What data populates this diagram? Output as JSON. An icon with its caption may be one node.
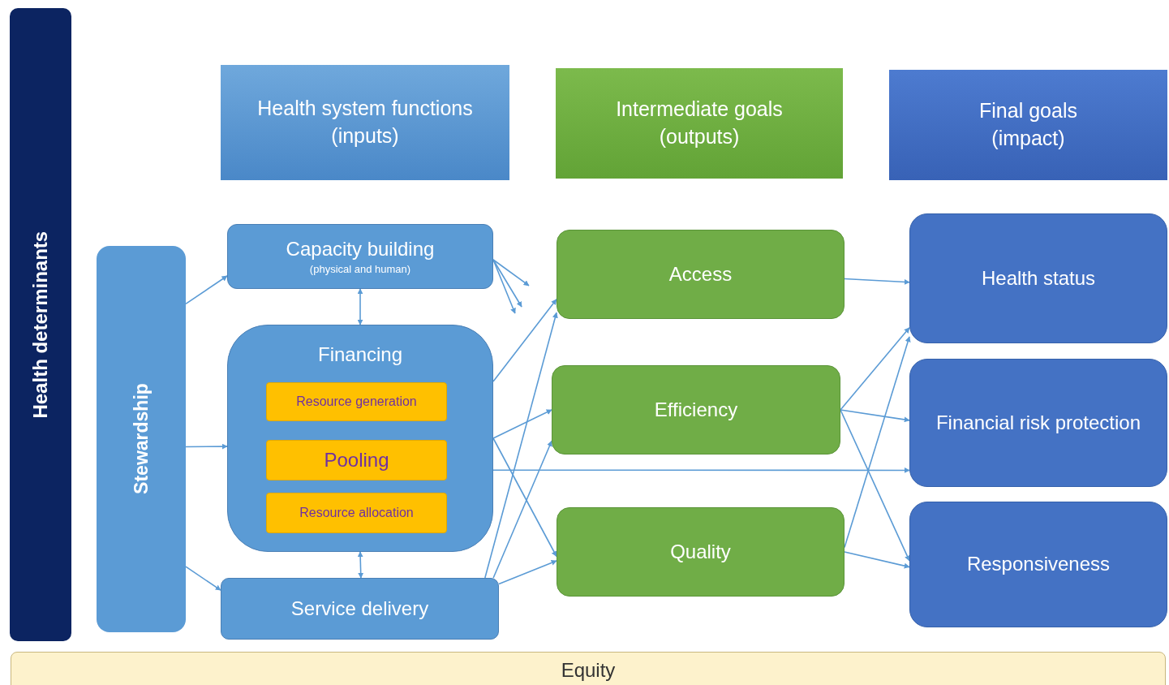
{
  "diagram": {
    "nodes": [
      {
        "text": [
          "Health determinants"
        ]
      },
      {
        "text": [
          "Health system functions",
          "(inputs)"
        ]
      },
      {
        "text": [
          "Intermediate goals",
          "(outputs)"
        ]
      },
      {
        "text": [
          "Final goals",
          "(impact)"
        ]
      },
      {
        "text": [
          "Stewardship"
        ]
      },
      {
        "text": [
          "Capacity building",
          "(physical and human)"
        ]
      },
      {
        "text": [
          "Financing"
        ]
      },
      {
        "text": [
          "Resource generation"
        ],
        "in": 6
      },
      {
        "text": [
          "Pooling"
        ],
        "in": 6
      },
      {
        "text": [
          "Resource allocation"
        ],
        "in": 6
      },
      {
        "text": [
          "Service delivery"
        ]
      },
      {
        "text": [
          "Access"
        ]
      },
      {
        "text": [
          "Efficiency"
        ]
      },
      {
        "text": [
          "Quality"
        ]
      },
      {
        "text": [
          "Health status"
        ]
      },
      {
        "text": [
          "Financial risk protection"
        ]
      },
      {
        "text": [
          "Responsiveness"
        ]
      },
      {
        "text": [
          "Equity"
        ]
      }
    ],
    "edges": [
      {
        "from": 4,
        "to": 5,
        "arrow": "to"
      },
      {
        "from": 4,
        "to": 6,
        "arrow": "to"
      },
      {
        "from": 4,
        "to": 10,
        "arrow": "to"
      },
      {
        "from": 5,
        "to": 6,
        "arrow": "both"
      },
      {
        "from": 6,
        "to": 10,
        "arrow": "both"
      },
      {
        "from": 5,
        "to": 11,
        "arrow": "to"
      },
      {
        "from": 5,
        "to": null,
        "arrow": "to"
      },
      {
        "from": 5,
        "to": 6,
        "arrow": "to"
      },
      {
        "from": 6,
        "to": 11,
        "arrow": "to"
      },
      {
        "from": 6,
        "to": 12,
        "arrow": "to"
      },
      {
        "from": 6,
        "to": 13,
        "arrow": "to"
      },
      {
        "from": 6,
        "to": 15,
        "arrow": "to"
      },
      {
        "from": 10,
        "to": 11,
        "arrow": "to"
      },
      {
        "from": 10,
        "to": 12,
        "arrow": "to"
      },
      {
        "from": 10,
        "to": 13,
        "arrow": "to"
      },
      {
        "from": 11,
        "to": 14,
        "arrow": "to"
      },
      {
        "from": 12,
        "to": 14,
        "arrow": "to"
      },
      {
        "from": 12,
        "to": 15,
        "arrow": "to"
      },
      {
        "from": 12,
        "to": 16,
        "arrow": "to"
      },
      {
        "from": 13,
        "to": 14,
        "arrow": "to"
      },
      {
        "from": 13,
        "to": 16,
        "arrow": "to"
      }
    ]
  }
}
